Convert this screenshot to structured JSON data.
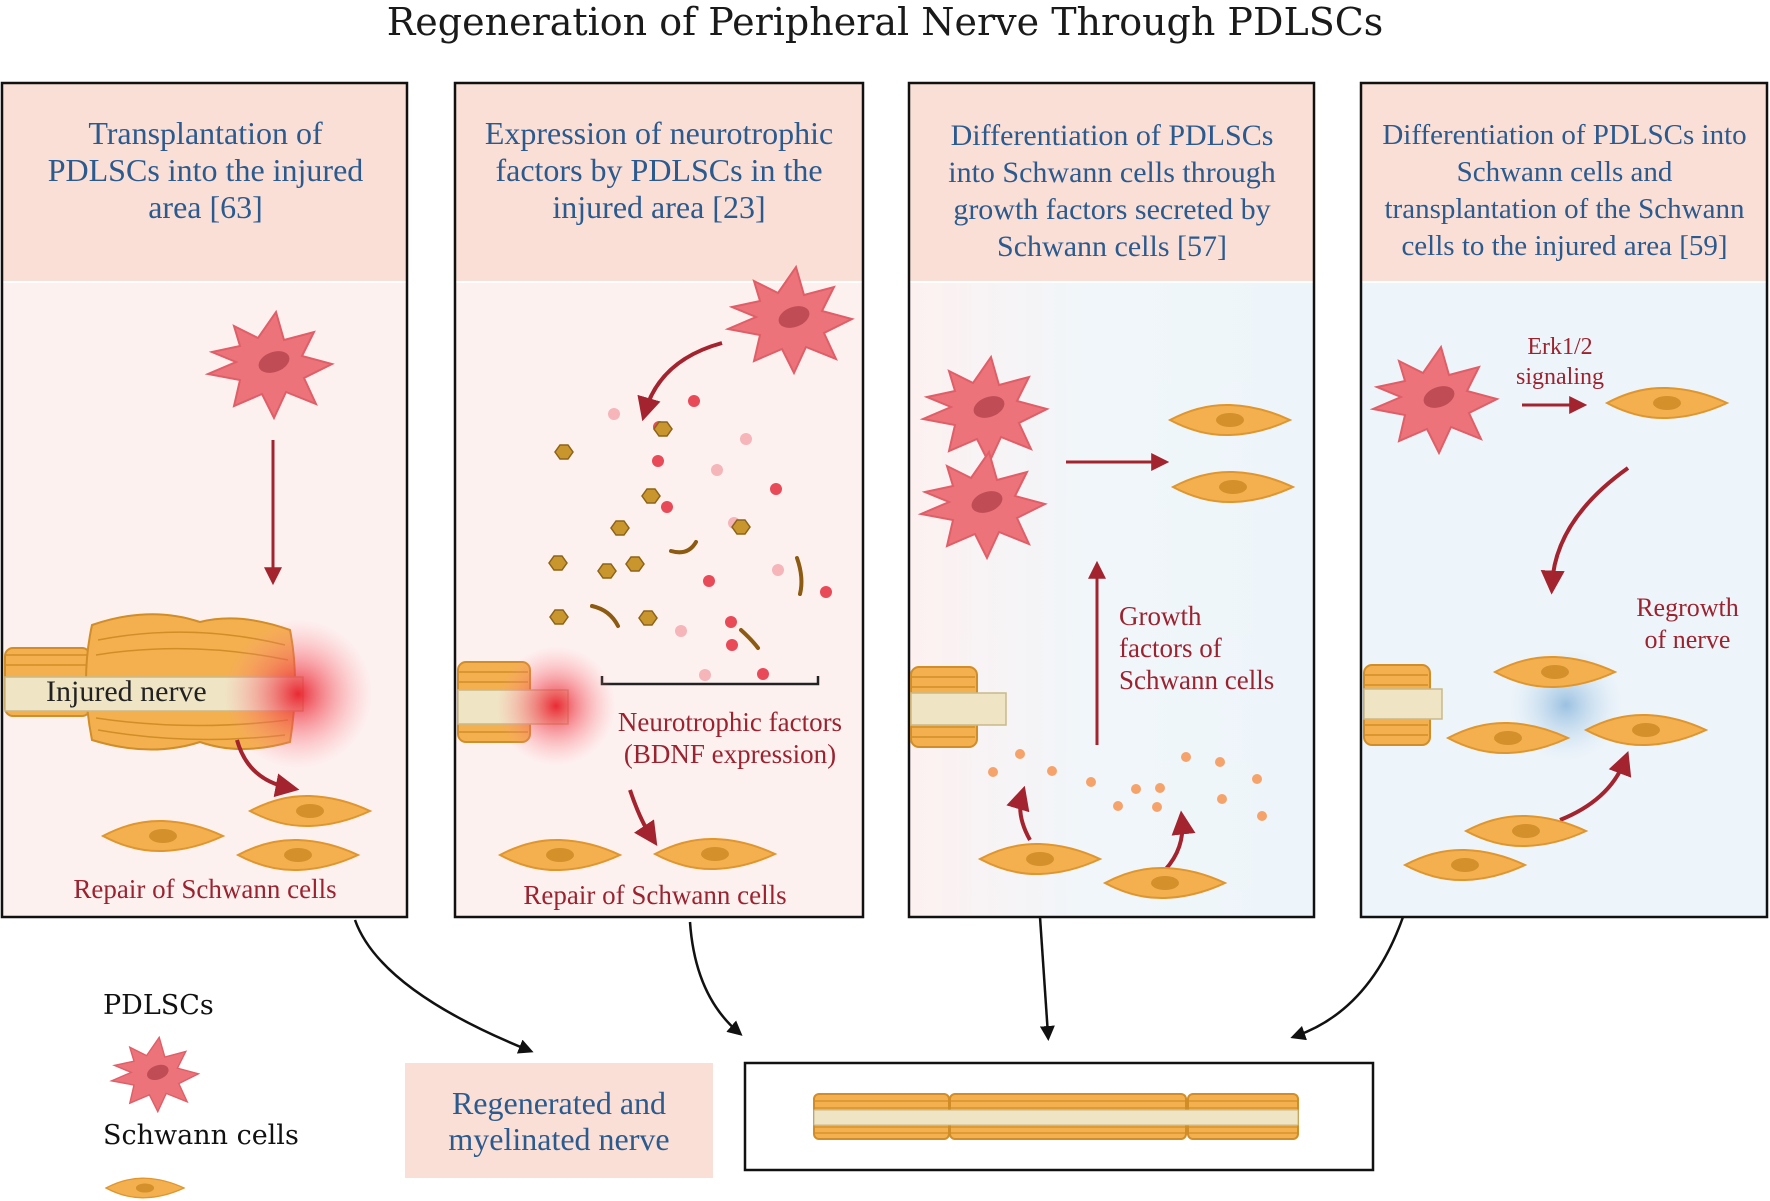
{
  "title": "Regeneration of Peripheral Nerve Through PDLSCs",
  "panels": [
    {
      "title": "Transplantation of PDLSCs into the injured area [63]",
      "title_lines": [
        "Transplantation of",
        "PDLSCs into the injured",
        "area [63]"
      ],
      "nerve_label": "Injured nerve",
      "bottom_label": "Repair of Schwann cells"
    },
    {
      "title": "Expression of neurotrophic factors by PDLSCs in the injured area [23]",
      "title_lines": [
        "Expression of neurotrophic",
        "factors by PDLSCs in the",
        "injured area [23]"
      ],
      "factors_label": [
        "Neurotrophic factors",
        "(BDNF expression)"
      ],
      "bottom_label": "Repair of Schwann cells"
    },
    {
      "title": "Differentiation of PDLSCs into Schwann cells through growth factors secreted by Schwann cells [57]",
      "title_lines": [
        "Differentiation of PDLSCs",
        "into Schwann cells through",
        "growth factors secreted by",
        "Schwann cells [57]"
      ],
      "growth_label": [
        "Growth",
        "factors of",
        "Schwann cells"
      ]
    },
    {
      "title": "Differentiation of PDLSCs into Schwann cells and transplantation of the Schwann cells to the injured area [59]",
      "title_lines": [
        "Differentiation of PDLSCs into",
        "Schwann cells and",
        "transplantation of the Schwann",
        "cells to the injured area [59]"
      ],
      "signal_label": [
        "Erk1/2",
        "signaling"
      ],
      "regrowth_label": [
        "Regrowth",
        "of nerve"
      ]
    }
  ],
  "legend": {
    "pdlsc": "PDLSCs",
    "schwann": "Schwann cells"
  },
  "result": {
    "label_lines": [
      "Regenerated and",
      "myelinated nerve"
    ]
  },
  "colors": {
    "panel_header": "#f9dfd6",
    "title_text": "#2b5a8f",
    "label_text": "#9b2330",
    "pdlsc": "#ec737a",
    "schwann": "#f1b14b",
    "arrow": "#a3242f"
  }
}
